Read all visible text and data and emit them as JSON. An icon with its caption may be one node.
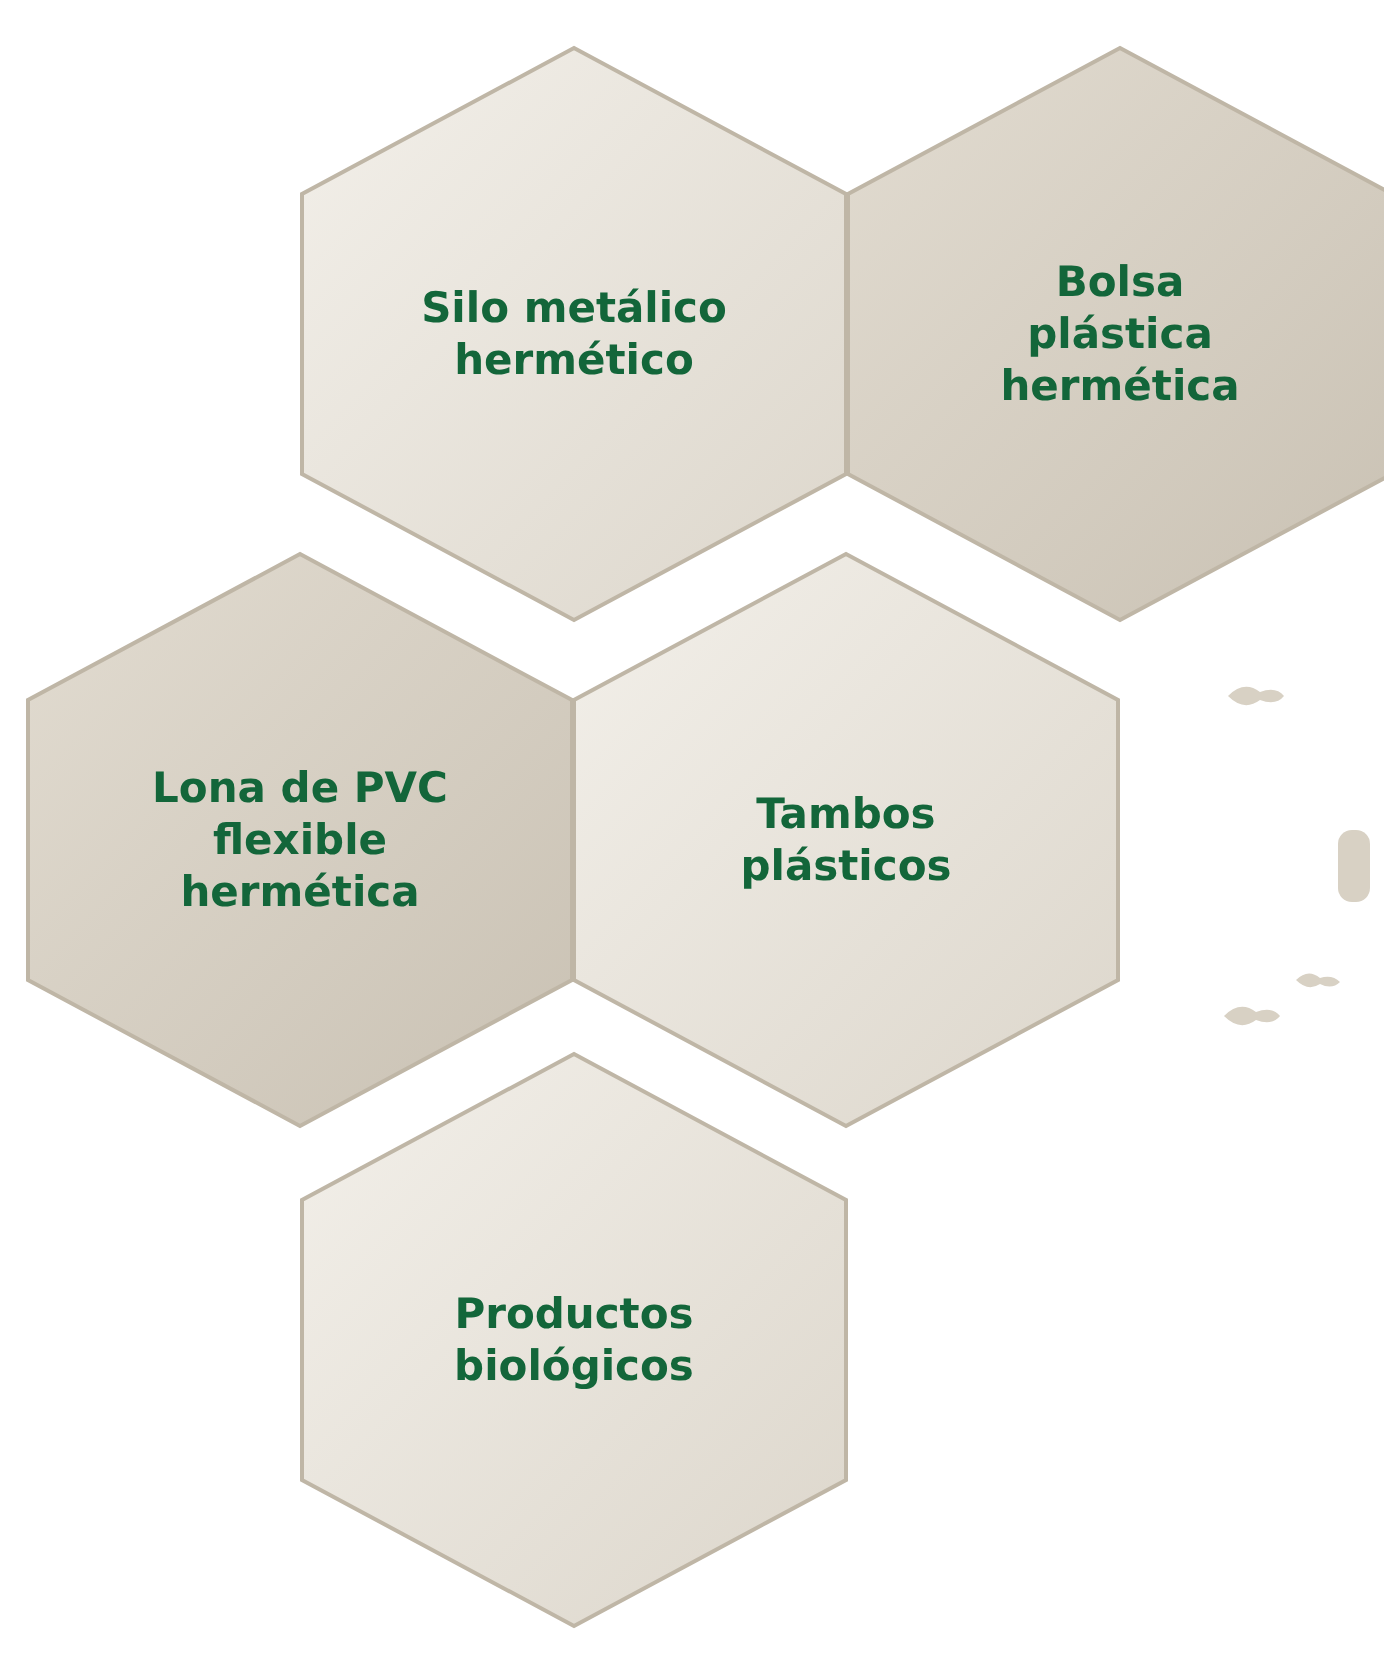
{
  "diagram": {
    "nodes": [
      {
        "text": [
          "Silo metálico hermético"
        ]
      },
      {
        "text": [
          "Bolsa plástica hermética"
        ]
      },
      {
        "text": [
          "Lona de PVC flexible hermética"
        ]
      },
      {
        "text": [
          "Tambos plásticos"
        ]
      },
      {
        "text": [
          "Productos biológicos"
        ]
      }
    ]
  }
}
